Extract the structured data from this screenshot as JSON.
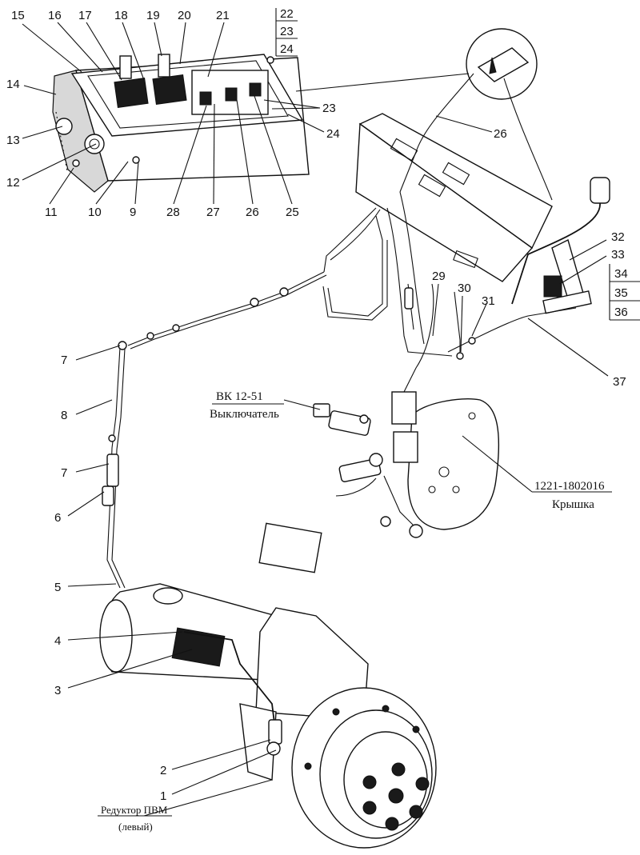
{
  "callouts": {
    "n1": "1",
    "n2": "2",
    "n3": "3",
    "n4": "4",
    "n5": "5",
    "n6": "6",
    "n7a": "7",
    "n7b": "7",
    "n8": "8",
    "n9": "9",
    "n10": "10",
    "n11": "11",
    "n12": "12",
    "n13": "13",
    "n14": "14",
    "n15": "15",
    "n16": "16",
    "n17": "17",
    "n18": "18",
    "n19": "19",
    "n20": "20",
    "n21": "21",
    "n22": "22",
    "n23a": "23",
    "n23b": "23",
    "n24a": "24",
    "n24b": "24",
    "n25": "25",
    "n26a": "26",
    "n26b": "26",
    "n27": "27",
    "n28": "28",
    "n29": "29",
    "n30": "30",
    "n31": "31",
    "n32": "32",
    "n33": "33",
    "n34": "34",
    "n35": "35",
    "n36": "36",
    "n37": "37"
  },
  "captions": {
    "switch_code": "ВК 12-51",
    "switch_name": "Выключатель",
    "cover_code": "1221-1802016",
    "cover_name": "Крышка",
    "reducer_name": "Редуктор ПВМ",
    "reducer_side": "(левый)"
  }
}
